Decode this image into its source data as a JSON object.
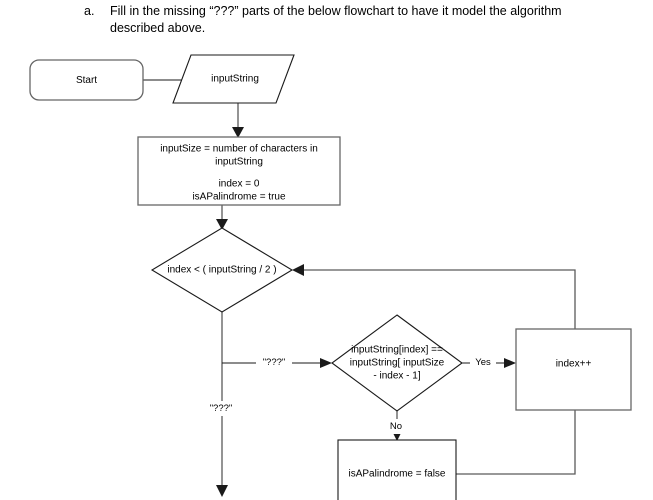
{
  "question": {
    "marker": "a.",
    "text": "Fill in the missing “???” parts of the below flowchart to have it model the algorithm described above."
  },
  "flowchart": {
    "title": "Palindrome check flowchart",
    "nodes": {
      "start": {
        "label": "Start",
        "shape": "terminator"
      },
      "input": {
        "label": "inputString",
        "shape": "parallelogram"
      },
      "init_line1": "inputSize = number of characters in",
      "init_line2": "inputString",
      "init_line3": "index = 0",
      "init_line4": "isAPalindrome = true",
      "loop_condition": "index < ( inputString / 2 )",
      "compare_line1": "inputString[index] ==",
      "compare_line2": "inputString[ inputSize",
      "compare_line3": "- index - 1]",
      "increment": "index++",
      "set_false": "isAPalindrome = false"
    },
    "edge_labels": {
      "missing_right": "\"???\"",
      "missing_down": "\"???\"",
      "yes": "Yes",
      "no": "No"
    },
    "colors": {
      "shape_stroke": "#666666",
      "shape_stroke_dark": "#1a1a1a",
      "connector": "#5a5a5a",
      "background": "#ffffff",
      "text": "#000000"
    }
  }
}
